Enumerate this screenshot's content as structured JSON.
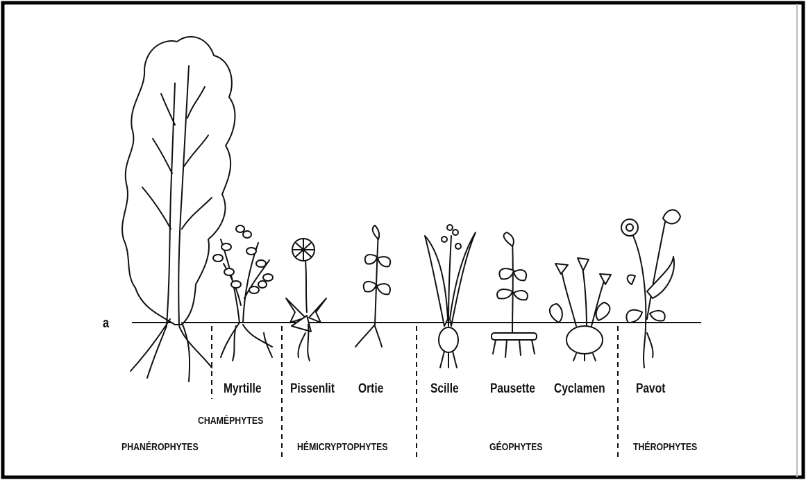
{
  "panel_letter": "a",
  "plants": [
    {
      "id": "myrtille",
      "name": "Myrtille"
    },
    {
      "id": "pissenlit",
      "name": "Pissenlit"
    },
    {
      "id": "ortie",
      "name": "Ortie"
    },
    {
      "id": "scille",
      "name": "Scille"
    },
    {
      "id": "pausette",
      "name": "Pausette"
    },
    {
      "id": "cyclamen",
      "name": "Cyclamen"
    },
    {
      "id": "pavot",
      "name": "Pavot"
    }
  ],
  "groups": {
    "chamephytes": "CHAMÉPHYTES",
    "phanerophytes": "PHANÉROPHYTES",
    "hemicryptophytes": "HÉMICRYPTOPHYTES",
    "geophytes": "GÉOPHYTES",
    "therophytes": "THÉROPHYTES"
  },
  "colors": {
    "ink": "#111111",
    "background": "#ffffff",
    "frame": "#000000"
  }
}
